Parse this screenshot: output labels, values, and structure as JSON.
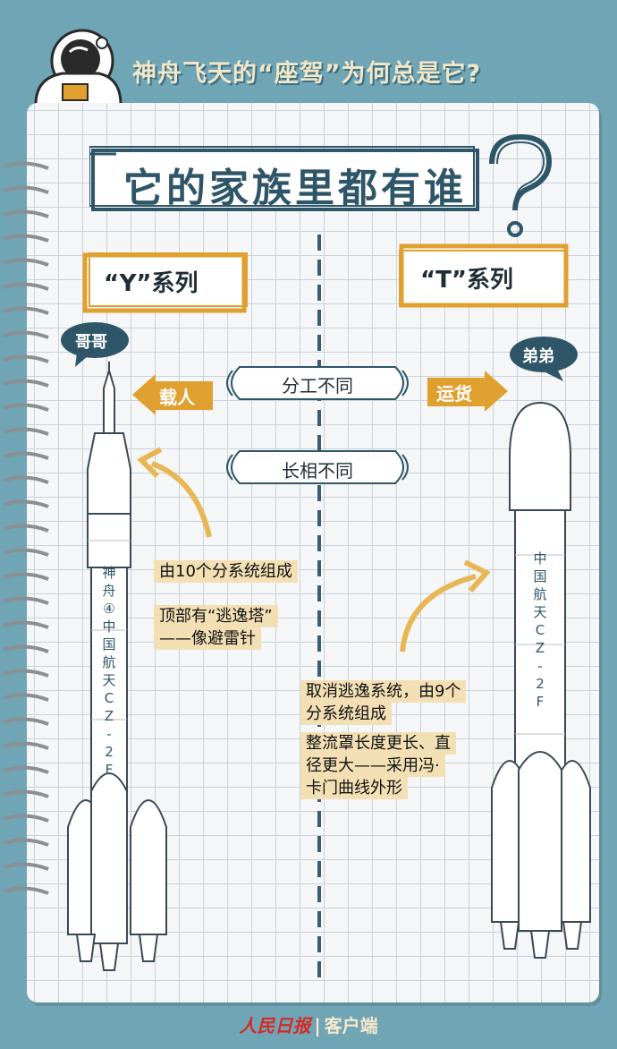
{
  "header": {
    "title": "神舟飞天的“座驾”为何总是它?"
  },
  "main": {
    "title": "它的家族里都有谁",
    "left_series": "“Y”系列",
    "right_series": "“T”系列",
    "left_bubble": "哥哥",
    "right_bubble": "弟弟",
    "left_arrow": "载人",
    "right_arrow": "运货",
    "diff1": "分工不同",
    "diff2": "长相不同",
    "notes_left": [
      "由10个分系统组成",
      "顶部有“逃逸塔”",
      "——像避雷针"
    ],
    "notes_right": [
      "取消逃逸系统，由9个",
      "分系统组成",
      "整流罩长度更长、直",
      "径更大——采用冯·",
      "卡门曲线外形"
    ],
    "rocket_left_text": [
      "神",
      "舟",
      "④",
      "中",
      "国",
      "航",
      "天",
      "C",
      "Z",
      "-",
      "2",
      "F"
    ],
    "rocket_right_text": [
      "中",
      "国",
      "航",
      "天",
      "C",
      "Z",
      "-",
      "2",
      "F"
    ]
  },
  "footer": {
    "brand": "人民日报",
    "client": "客户端"
  },
  "colors": {
    "background": "#6fa5b5",
    "accent": "#e0a030",
    "ink": "#2f5668"
  }
}
